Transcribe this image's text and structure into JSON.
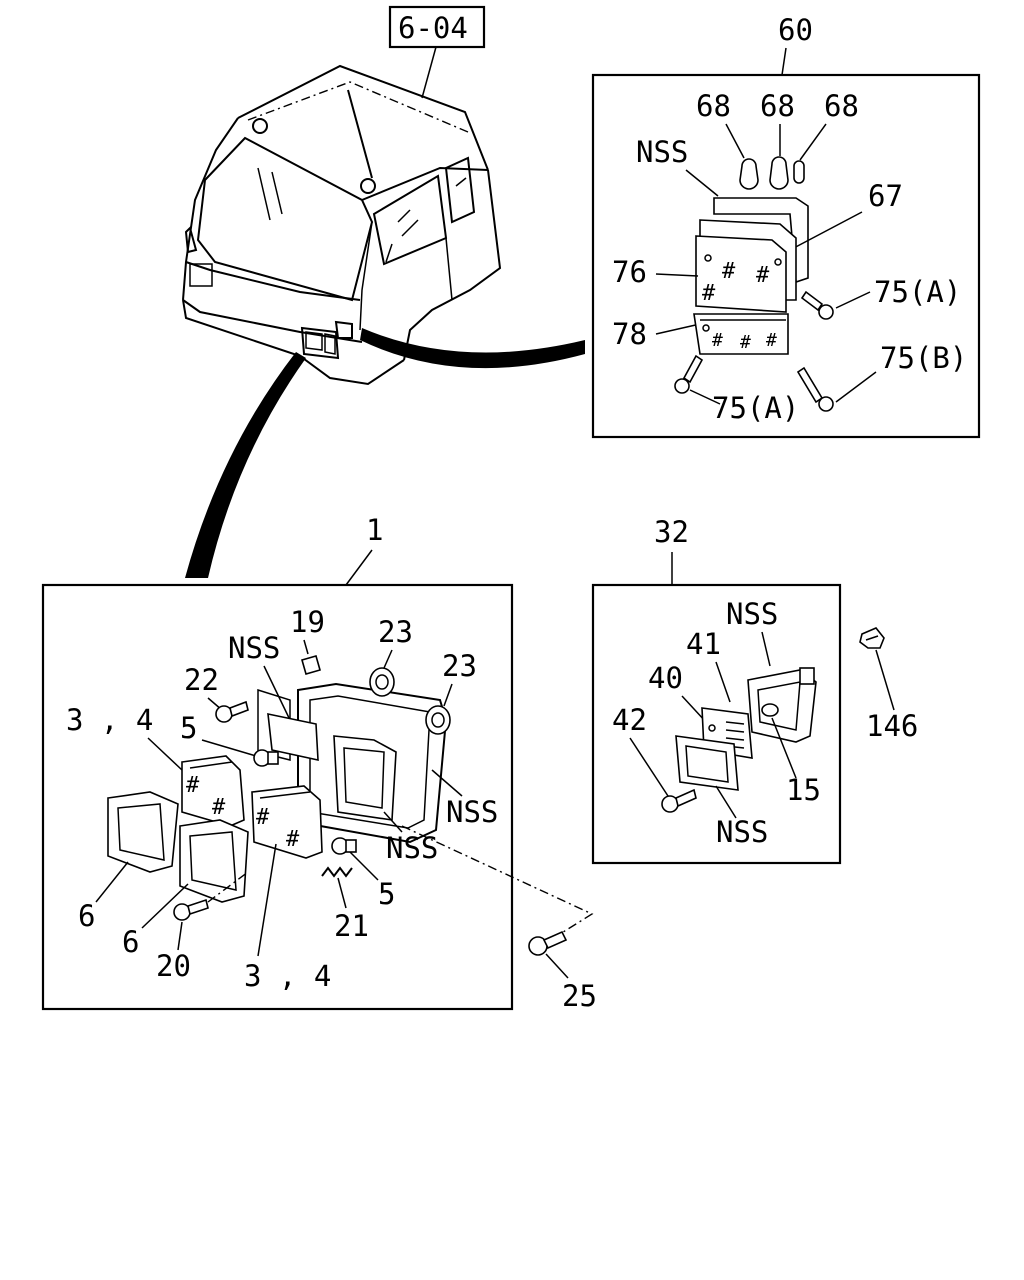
{
  "ref_label": "6-04",
  "callouts": {
    "c60": "60",
    "c68a": "68",
    "c68b": "68",
    "c68c": "68",
    "nss_60": "NSS",
    "c67": "67",
    "c76": "76",
    "c75a_top": "75(A)",
    "c78": "78",
    "c75b": "75(B)",
    "c75a_bot": "75(A)",
    "c1": "1",
    "c19": "19",
    "c23a": "23",
    "c23b": "23",
    "nss_1a": "NSS",
    "c22": "22",
    "c34a": "3 , 4",
    "c5a": "5",
    "nss_1b": "NSS",
    "nss_1c": "NSS",
    "c5b": "5",
    "c6a": "6",
    "c6b": "6",
    "c21": "21",
    "c20": "20",
    "c34b": "3 , 4",
    "c25": "25",
    "c32": "32",
    "nss_32a": "NSS",
    "c41": "41",
    "c40": "40",
    "c42": "42",
    "c15": "15",
    "nss_32b": "NSS",
    "c146": "146"
  }
}
